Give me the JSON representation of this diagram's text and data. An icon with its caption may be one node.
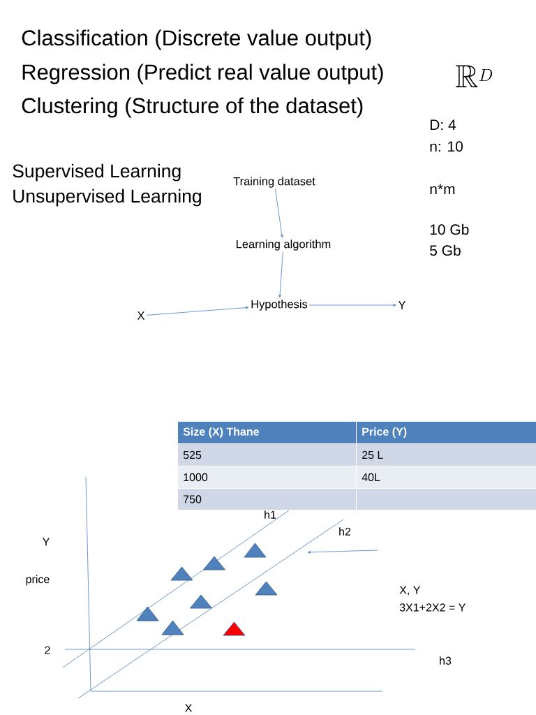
{
  "diagram": {
    "nodes": [
      {
        "text": [
          "Training dataset"
        ]
      },
      {
        "text": [
          "Learning algorithm"
        ]
      },
      {
        "text": [
          "X"
        ]
      },
      {
        "text": [
          "Hypothesis"
        ]
      },
      {
        "text": [
          "Y"
        ]
      }
    ],
    "edges": [
      {
        "from": 0,
        "to": 1,
        "arrow": "to"
      },
      {
        "from": 1,
        "to": 3,
        "arrow": "to"
      },
      {
        "from": 2,
        "to": 3,
        "arrow": "to"
      },
      {
        "from": 3,
        "to": 4,
        "arrow": "to"
      }
    ],
    "labels": [
      "Classification (Discrete value output)",
      "Regression (Predict real value output)",
      "Clustering (Structure of the dataset)",
      "\\mathbb{R}^D",
      "D: 4",
      "n: 10",
      "Supervised Learning",
      "Unsupervised Learning",
      "n*m",
      "10 Gb",
      "5 Gb",
      "Size (X) Thane",
      "Price (Y)",
      "525",
      "25 L",
      "1000",
      "40L",
      "750",
      "h1",
      "h2",
      "Y",
      "price",
      "X, Y",
      "3X1+2X2 = Y",
      "2",
      "h3",
      "X"
    ]
  }
}
